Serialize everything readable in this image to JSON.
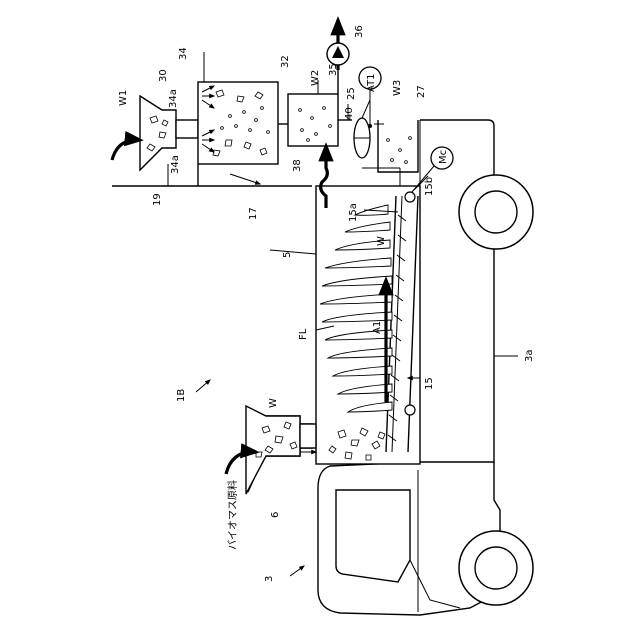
{
  "labels": {
    "l36": "36",
    "l34": "34",
    "l32": "32",
    "l35": "35",
    "lAT1": "AT1",
    "l30": "30",
    "lW2": "W2",
    "l25": "25",
    "lW3": "W3",
    "l27": "27",
    "lW1": "W1",
    "l34a_top": "34a",
    "l40": "40",
    "lMc": "Mc",
    "l34a_bot": "34a",
    "l38": "38",
    "l15b": "15b",
    "l19": "19",
    "l17": "17",
    "l15a": "15a",
    "lW_conv": "W",
    "l5": "5",
    "lFL": "FL",
    "lA1": "A1",
    "l3a": "3a",
    "l1B": "1B",
    "l15": "15",
    "lW_hop": "W",
    "l6": "6",
    "l_bio": "バイオマス原料",
    "l3": "3"
  }
}
